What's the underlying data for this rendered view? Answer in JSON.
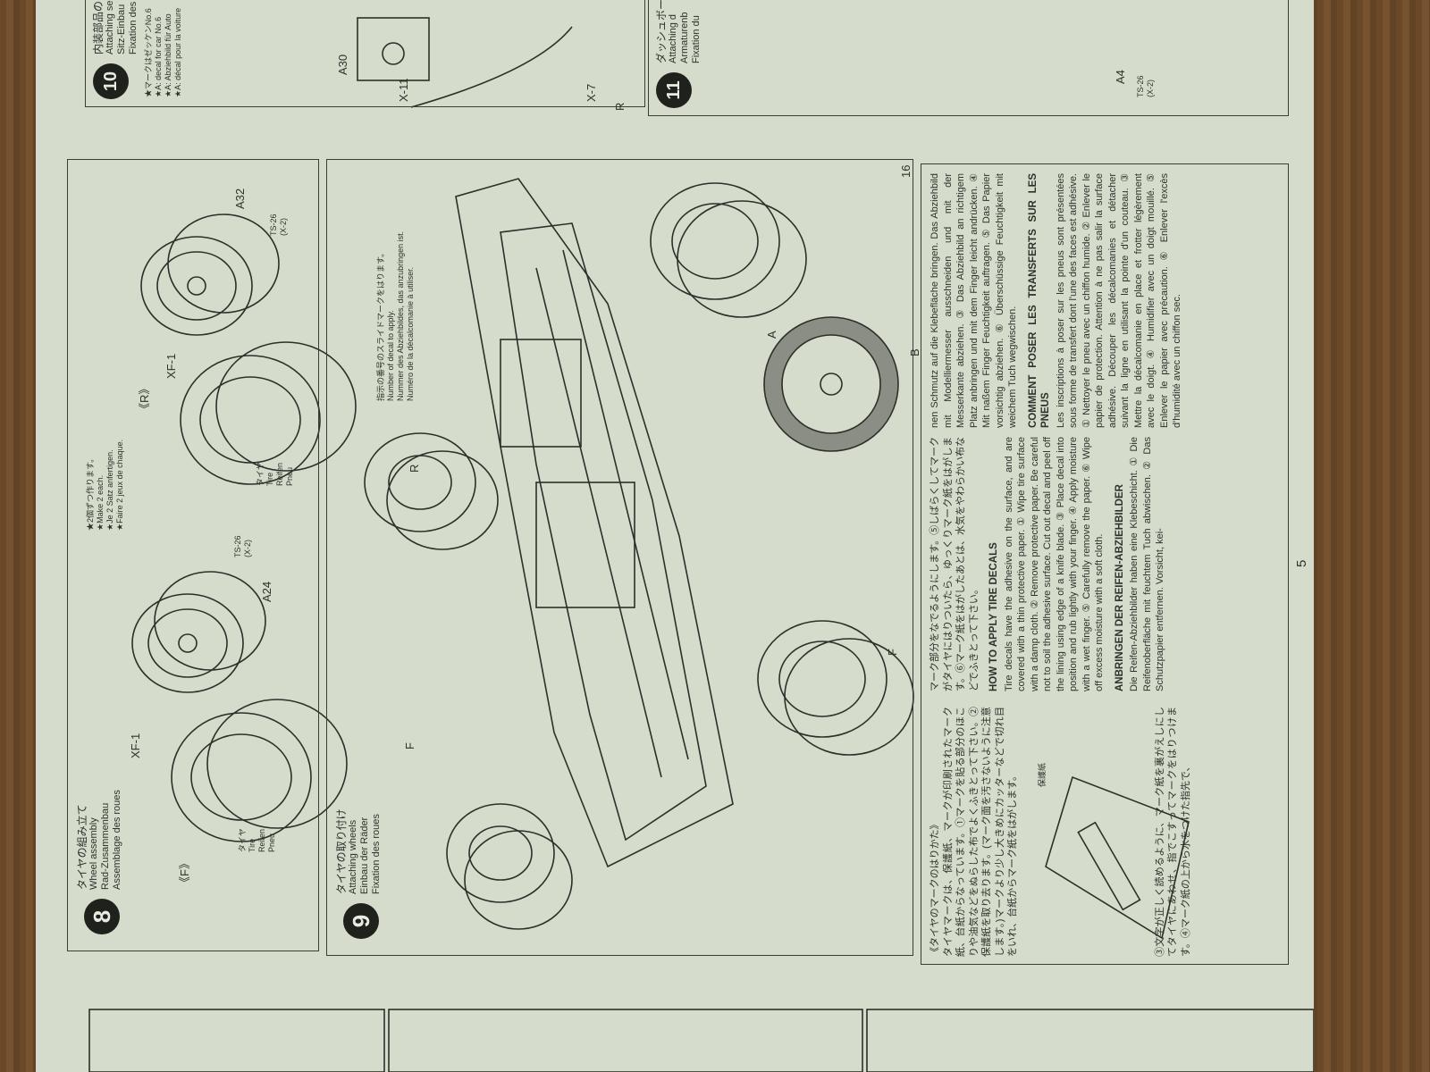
{
  "page_number": "5",
  "step8": {
    "number": "8",
    "title_jp": "タイヤの組み立て",
    "title_en": "Wheel assembly",
    "title_de": "Rad-Zusammenbau",
    "title_fr": "Assemblage des roues",
    "note": [
      "★2個ずつ作ります。",
      "★Make 2 each.",
      "★Je 2 Satz anfertigen.",
      "★Faire 2 jeux de chaque."
    ],
    "front_label": "《F》",
    "rear_label": "《R》",
    "paint1": "XF-1",
    "paint2": "TS-26",
    "paint2b": "(X-2)",
    "part_front": "A24",
    "part_rear": "A32",
    "tire_label": [
      "タイヤ",
      "Tire",
      "Reifen",
      "Pneu"
    ]
  },
  "step9": {
    "number": "9",
    "title_jp": "タイヤの取り付け",
    "title_en": "Attaching wheels",
    "title_de": "Einbau der Räder",
    "title_fr": "Fixation des roues",
    "decal_note": [
      "指示の番号のスライドマークをはります。",
      "Number of decal to apply.",
      "Nummer des Abziehbildes, das anzubringen ist.",
      "Numéro de la décalcomanie à utiliser."
    ],
    "front": "F",
    "rear": "R",
    "decal_a": "A",
    "decal_b": "B",
    "decal_num": "16"
  },
  "step10": {
    "number": "10",
    "title_jp": "内装部品の",
    "title_en": "Attaching se",
    "title_de": "Sitz-Einbau",
    "title_fr": "Fixation des",
    "notes": [
      "★マークはゼッケンNo.6",
      "★A: decal for car No.6",
      "★A: Abziehbild für Auto",
      "★A: décal pour la voiture"
    ],
    "part": "A30",
    "paint1": "X-11",
    "paint2": "X-7"
  },
  "step11": {
    "number": "11",
    "title_jp": "ダッシュボー",
    "title_en": "Attaching d",
    "title_de": "Armaturenb",
    "title_fr": "Fixation du",
    "part": "A4",
    "paint": "TS-26",
    "paint_b": "(X-2)"
  },
  "decals": {
    "jp_title": "《タイヤのマークのはりかた》",
    "jp_1": "タイヤマークは、保護紙、マークが印刷されたマーク紙、台紙からなっています。①マークを貼る部分のほこりや油気などをぬらした布でよくふきとって下さい。②保護紙を取り去ります。(マーク面を汚さないように注意します。)マークより少し大きめにカッターなどで切れ目をいれ、台紙からマーク紙をはがします。",
    "illus_label": "保護紙",
    "jp_2": "③文字が正しく読めるように、マーク紙を裏がえしにしてタイヤにあわせ、指でこすってマークをはりつけます。④マーク紙の上から水をつけた指先で、",
    "jp_3": "マーク部分をなでるようにします。⑤しばらくしてマークがタイヤにはりついたら、ゆっくりマーク紙をはがします。⑥マーク紙をはがしたあとは、水気をやわらかい布などでふきとって下さい。",
    "en_title": "HOW TO APPLY TIRE DECALS",
    "en_body": "Tire decals have the adhesive on the surface, and are covered with a thin protective paper. ① Wipe tire surface with a damp cloth. ② Remove protective paper. Be careful not to soil the adhesive surface. Cut out decal and peel off the lining using edge of a knife blade. ③ Place decal into position and rub lightly with your finger. ④ Apply moisture with a wet finger. ⑤ Carefully remove the paper. ⑥ Wipe off excess moisture with a soft cloth.",
    "de_title": "ANBRINGEN DER REIFEN-ABZIEHBILDER",
    "de_body1": "Die Reifen-Abziehbilder haben eine Klebeschicht. ① Die Reifenoberfläche mit feuchtem Tuch abwischen. ② Das Schutzpapier entfernen. Vorsicht, kei-",
    "de_body2": "nen Schmutz auf die Klebefläche bringen. Das Abziehbild mit Modelliermesser ausschneiden und mit der Messerkante abziehen. ③ Das Abziehbild an richtigem Platz anbringen und mit dem Finger leicht andrücken. ④ Mit naßem Finger Feuchtigkeit auftragen. ⑤ Das Papier vorsichtig abziehen. ⑥ Überschüssige Feuchtigkeit mit weichem Tuch wegwischen.",
    "fr_title": "COMMENT POSER LES TRANSFERTS SUR LES PNEUS",
    "fr_body": "Les inscriptions à poser sur les pneus sont présentées sous forme de transfert dont l'une des faces est adhésive. ① Nettoyer le pneu avec un chiffon humide. ② Enlever le papier de protection. Attention à ne pas salir la surface adhésive. Découper les décalcomanies et détacher suivant la ligne en utilisant la pointe d'un couteau. ③ Mettre la décalcomanie en place et frotter légèrement avec le doigt. ④ Humidifier avec un doigt mouillé. ⑤ Enlever le papier avec précaution. ⑥ Enlever l'excès d'humidité avec un chiffon sec."
  },
  "colors": {
    "paper": "#d5dccb",
    "ink": "#2e312c",
    "wood": "#6e4c2c"
  }
}
